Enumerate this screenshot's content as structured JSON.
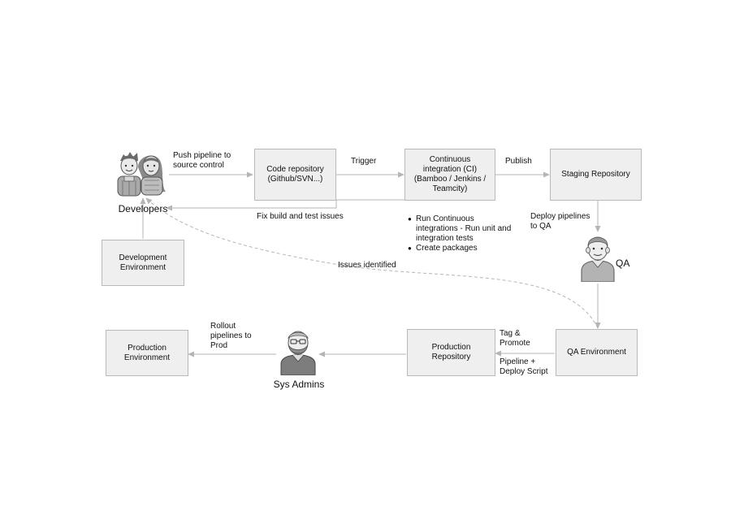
{
  "boxes": {
    "code_repository": "Code repository\n(Github/SVN...)",
    "continuous_integration": "Continuous\nintegration (CI)\n(Bamboo / Jenkins /\nTeamcity)",
    "staging_repository": "Staging Repository",
    "development_environment": "Development\nEnvironment",
    "qa_environment": "QA Environment",
    "production_repository": "Production\nRepository",
    "production_environment": "Production\nEnvironment"
  },
  "people": {
    "developers": "Developers",
    "qa": "QA",
    "sys_admins": "Sys Admins"
  },
  "edge_labels": {
    "push_pipeline": "Push pipeline to\nsource control",
    "trigger": "Trigger",
    "publish": "Publish",
    "fix_build": "Fix build and test issues",
    "deploy_pipelines": "Deploy pipelines\nto QA",
    "issues_identified": "Issues identified",
    "tag_promote": "Tag &\nPromote",
    "pipeline_deploy_script": "Pipeline +\nDeploy Script",
    "rollout": "Rollout\npipelines to\nProd"
  },
  "ci_steps": [
    "Run Continuous\nintegrations - Run unit and\nintegration tests",
    "Create packages"
  ],
  "icons": [
    "developers-icon",
    "qa-person-icon",
    "sys-admin-icon"
  ],
  "colors": {
    "box_fill": "#efefef",
    "box_border": "#b9b9b9",
    "connector": "#b5b5b5"
  }
}
